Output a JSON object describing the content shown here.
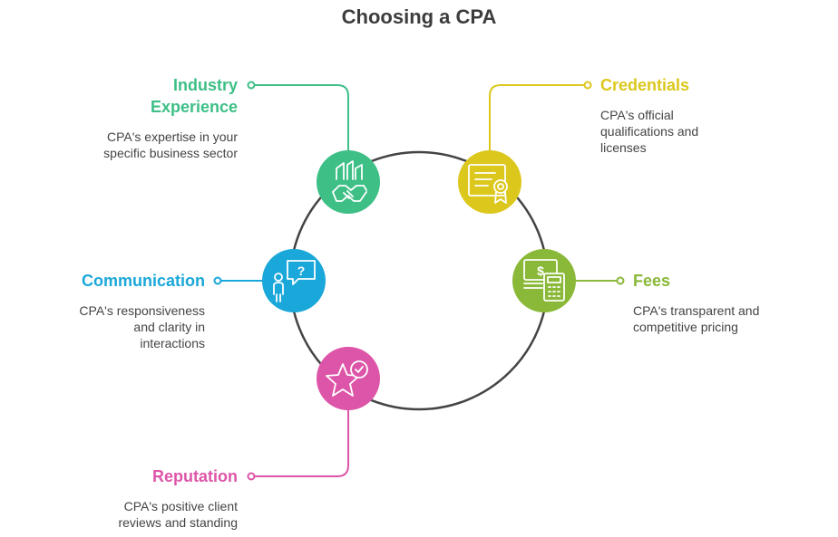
{
  "title": "Choosing a CPA",
  "colors": {
    "industry": "#3dbf86",
    "credentials": "#dcc71c",
    "fees": "#8ab838",
    "communication": "#1aa7d9",
    "reputation": "#dd55a8",
    "ring": "#444444"
  },
  "items": {
    "industry": {
      "heading_line1": "Industry",
      "heading_line2": "Experience",
      "desc_line1": "CPA's expertise in your",
      "desc_line2": "specific business sector",
      "icon": "handshake-buildings-icon"
    },
    "credentials": {
      "heading": "Credentials",
      "desc_line1": "CPA's official",
      "desc_line2": "qualifications and",
      "desc_line3": "licenses",
      "icon": "certificate-icon"
    },
    "fees": {
      "heading": "Fees",
      "desc_line1": "CPA's transparent and",
      "desc_line2": "competitive pricing",
      "icon": "money-calculator-icon"
    },
    "communication": {
      "heading": "Communication",
      "desc_line1": "CPA's responsiveness",
      "desc_line2": "and clarity in",
      "desc_line3": "interactions",
      "icon": "person-question-icon"
    },
    "reputation": {
      "heading": "Reputation",
      "desc_line1": "CPA's positive client",
      "desc_line2": "reviews and standing",
      "icon": "star-check-icon"
    }
  }
}
